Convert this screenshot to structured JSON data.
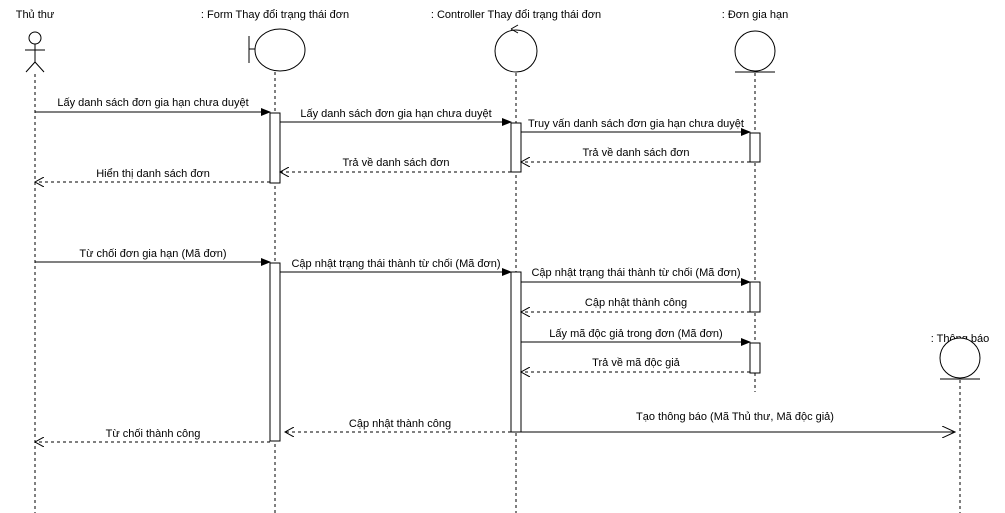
{
  "participants": [
    {
      "id": "thu_thu",
      "label": "Thủ thư",
      "kind": "actor"
    },
    {
      "id": "form",
      "label": ": Form Thay đổi trạng thái đơn",
      "kind": "boundary"
    },
    {
      "id": "controller",
      "label": ": Controller Thay đổi trạng thái đơn",
      "kind": "control"
    },
    {
      "id": "don_gia_han",
      "label": ": Đơn gia hạn",
      "kind": "entity"
    },
    {
      "id": "thong_bao",
      "label": ": Thông báo",
      "kind": "entity"
    }
  ],
  "messages": [
    {
      "from": "thu_thu",
      "to": "form",
      "label": "Lấy danh sách đơn gia hạn chưa duyệt",
      "type": "call"
    },
    {
      "from": "form",
      "to": "controller",
      "label": "Lấy danh sách đơn gia hạn chưa duyệt",
      "type": "call"
    },
    {
      "from": "controller",
      "to": "don_gia_han",
      "label": "Truy vấn danh sách đơn gia hạn chưa duyệt",
      "type": "call"
    },
    {
      "from": "don_gia_han",
      "to": "controller",
      "label": "Trả về danh sách đơn",
      "type": "return"
    },
    {
      "from": "controller",
      "to": "form",
      "label": "Trả về danh sách đơn",
      "type": "return"
    },
    {
      "from": "form",
      "to": "thu_thu",
      "label": "Hiển thị danh sách đơn",
      "type": "return"
    },
    {
      "from": "thu_thu",
      "to": "form",
      "label": "Từ chối đơn gia hạn (Mã đơn)",
      "type": "call"
    },
    {
      "from": "form",
      "to": "controller",
      "label": "Cập nhật trạng thái thành từ chối (Mã đơn)",
      "type": "call"
    },
    {
      "from": "controller",
      "to": "don_gia_han",
      "label": "Cập nhật trạng thái thành từ chối (Mã đơn)",
      "type": "call"
    },
    {
      "from": "don_gia_han",
      "to": "controller",
      "label": "Cập nhật thành công",
      "type": "return"
    },
    {
      "from": "controller",
      "to": "don_gia_han",
      "label": "Lấy mã độc giả trong đơn (Mã đơn)",
      "type": "call"
    },
    {
      "from": "don_gia_han",
      "to": "controller",
      "label": "Trả về mã độc giả",
      "type": "return"
    },
    {
      "from": "controller",
      "to": "thong_bao",
      "label": "Tạo thông báo (Mã Thủ thư, Mã độc giả)",
      "type": "create"
    },
    {
      "from": "controller",
      "to": "form",
      "label": "Cập nhật thành công",
      "type": "return"
    },
    {
      "from": "form",
      "to": "thu_thu",
      "label": "Từ chối thành công",
      "type": "return"
    }
  ]
}
